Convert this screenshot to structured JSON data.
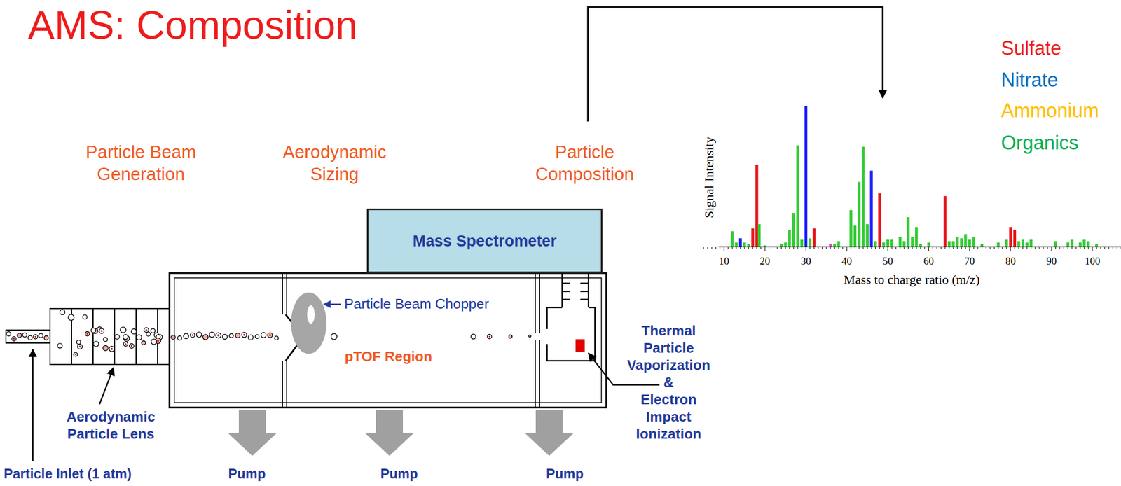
{
  "diagram": {
    "title": "AMS: Composition",
    "nodes": [
      {
        "text": [
          "Mass Spectrometer"
        ]
      }
    ],
    "labels": [
      "Particle Beam Generation",
      "Aerodynamic Sizing",
      "Particle Composition",
      "Particle Beam Chopper",
      "pTOF Region",
      "Thermal Particle Vaporization & Electron Impact Ionization",
      "Aerodynamic Particle Lens",
      "Particle Inlet (1 atm)",
      "Pump",
      "Pump",
      "Pump",
      "Signal Intensity",
      "10",
      "20",
      "30",
      "40",
      "50",
      "60",
      "70",
      "80",
      "90",
      "100",
      "Mass to charge ratio (m/z)"
    ],
    "legend": [
      {
        "text": "Sulfate",
        "color": "#ee1c1c"
      },
      {
        "text": "Nitrate",
        "color": "#0070c0"
      },
      {
        "text": "Ammonium",
        "color": "#ffc000"
      },
      {
        "text": "Organics",
        "color": "#00b050"
      }
    ]
  }
}
